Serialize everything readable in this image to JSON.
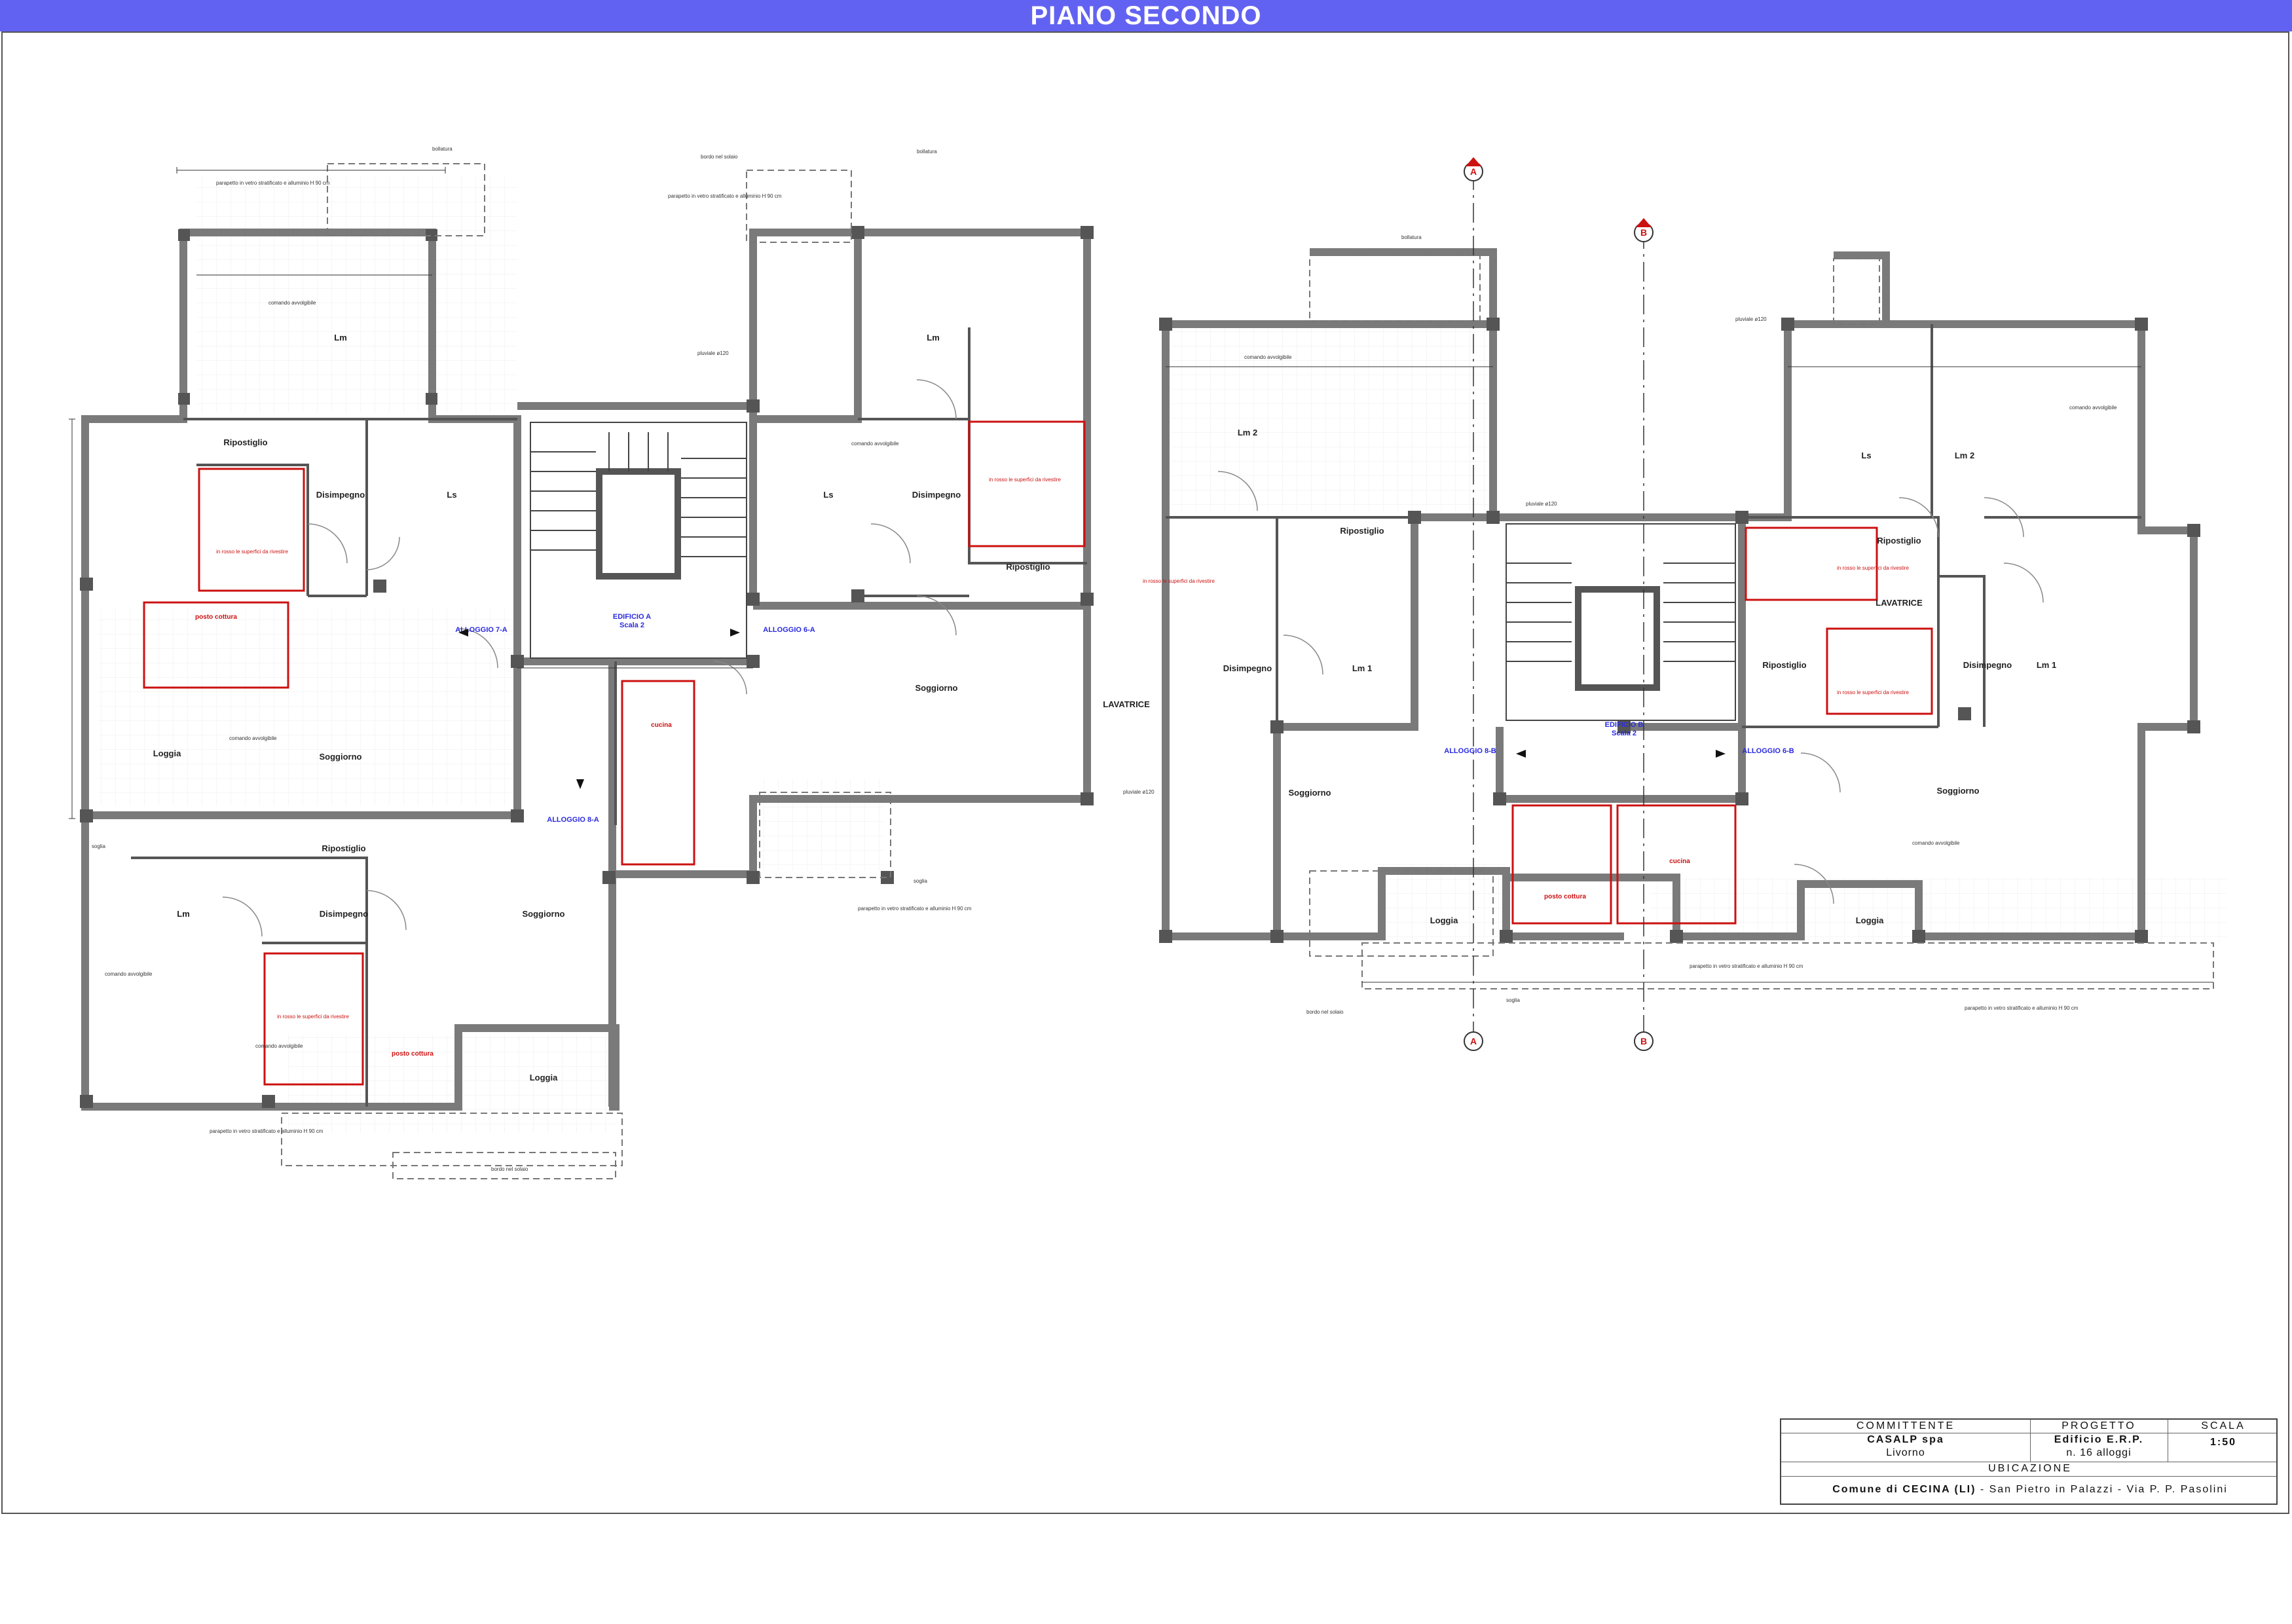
{
  "page_title": "PIANO SECONDO",
  "rooms": {
    "soggiorno": "Soggiorno",
    "loggia": "Loggia",
    "lm": "Lm",
    "lm1": "Lm 1",
    "lm2": "Lm 2",
    "ls": "Ls",
    "disimpegno": "Disimpegno",
    "ripostiglio": "Ripostiglio",
    "lavatrice": "LAVATRICE"
  },
  "buildings": {
    "a": {
      "name": "EDIFICIO A",
      "stair": "Scala 2"
    },
    "b": {
      "name": "EDIFICIO B",
      "stair": "Scala 2"
    }
  },
  "alloggi": {
    "a7": "ALLOGGIO 7-A",
    "a8": "ALLOGGIO 8-A",
    "a6": "ALLOGGIO 6-A",
    "b6": "ALLOGGIO 6-B",
    "b8": "ALLOGGIO 8-B"
  },
  "red_notes": {
    "posto_cottura": "posto cottura",
    "cucina": "cucina",
    "in_rosso": "in rosso le superfici da rivestire"
  },
  "notes": {
    "comando": "comando avvolgibile",
    "parapetto": "parapetto in vetro stratificato e alluminio H 90 cm",
    "pluviale": "pluviale ø120",
    "soglia": "soglia",
    "bordo": "bordo nel solaio",
    "bollatura": "bollatura"
  },
  "sections": {
    "a": "A",
    "b": "B"
  },
  "title_block": {
    "committente_label": "COMMITTENTE",
    "progetto_label": "PROGETTO",
    "scala_label": "SCALA",
    "committente": "CASALP spa",
    "committente_city": "Livorno",
    "progetto": "Edificio E.R.P.",
    "progetto_sub": "n. 16 alloggi",
    "scala": "1:50",
    "ubicazione_label": "UBICAZIONE",
    "ubicazione_bold": "Comune di CECINA (LI)",
    "ubicazione_rest": " - San Pietro in Palazzi - Via P. P. Pasolini"
  },
  "colors": {
    "banner": "#6262f2",
    "wall": "#7a7a7a",
    "red": "#cc1111",
    "blue": "#2a2ae0"
  }
}
